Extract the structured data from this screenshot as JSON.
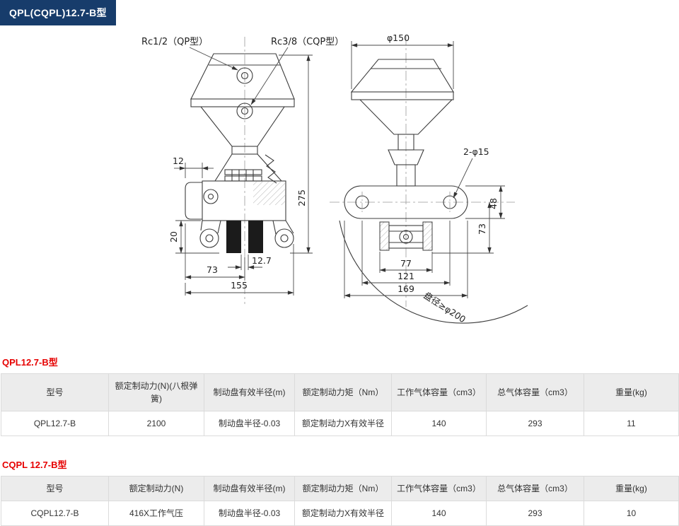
{
  "header": {
    "badge": "QPL(CQPL)12.7-B型"
  },
  "drawing": {
    "front_view": {
      "port_qp": "Rc1/2（QP型）",
      "port_cqp": "Rc3/8（CQP型）",
      "dim_12": "12",
      "dim_275": "275",
      "dim_20": "20",
      "dim_73": "73",
      "dim_12_7": "12.7",
      "dim_155": "155"
    },
    "side_view": {
      "dim_phi150": "φ150",
      "hole_note": "2-φ15",
      "dim_48": "48",
      "dim_73": "73",
      "dim_77": "77",
      "dim_121": "121",
      "dim_169": "169",
      "disc_note": "盘径≥φ200"
    }
  },
  "section_qpl": {
    "heading": "QPL12.7-B型",
    "table": {
      "headers": [
        "型号",
        "额定制动力(N)(八根弹簧)",
        "制动盘有效半径(m)",
        "额定制动力矩（Nm）",
        "工作气体容量（cm3）",
        "总气体容量（cm3）",
        "重量(kg)"
      ],
      "row": [
        "QPL12.7-B",
        "2100",
        "制动盘半径-0.03",
        "额定制动力X有效半径",
        "140",
        "293",
        "11"
      ]
    }
  },
  "section_cqpl": {
    "heading": "CQPL 12.7-B型",
    "table": {
      "headers": [
        "型号",
        "额定制动力(N)",
        "制动盘有效半径(m)",
        "额定制动力矩（Nm）",
        "工作气体容量（cm3）",
        "总气体容量（cm3）",
        "重量(kg)"
      ],
      "row": [
        "CQPL12.7-B",
        "416X工作气压",
        "制动盘半径-0.03",
        "额定制动力X有效半径",
        "140",
        "293",
        "10"
      ]
    }
  }
}
